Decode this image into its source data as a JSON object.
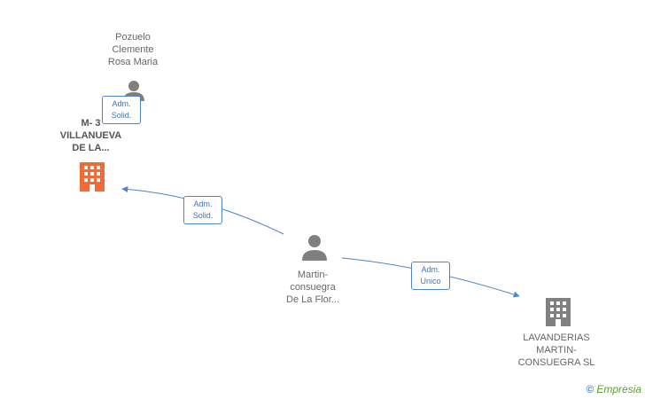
{
  "colors": {
    "edge": "#4a86c8",
    "person_icon": "#7f7f7f",
    "company_icon": "#808080",
    "company_highlight": "#f26a35",
    "label_text": "#666666",
    "brand_green": "#5aa02c"
  },
  "nodes": {
    "pozuelo": {
      "lines": [
        "Pozuelo",
        "Clemente",
        "Rosa Maria"
      ],
      "icon": "person-icon"
    },
    "m3": {
      "lines": [
        "M- 3",
        "VILLANUEVA",
        "DE LA..."
      ],
      "icon": "building-icon"
    },
    "martin": {
      "lines": [
        "Martin-",
        "consuegra",
        "De La Flor..."
      ],
      "icon": "person-icon"
    },
    "lavanderias": {
      "lines": [
        "LAVANDERIAS",
        "MARTIN-",
        "CONSUEGRA  SL"
      ],
      "icon": "building-icon"
    }
  },
  "relations": {
    "pozuelo_m3": {
      "lines": [
        "Adm.",
        "Solid."
      ]
    },
    "martin_m3": {
      "lines": [
        "Adm.",
        "Solid."
      ]
    },
    "martin_lav": {
      "lines": [
        "Adm.",
        "Unico"
      ]
    }
  },
  "brand": {
    "symbol": "©",
    "text": "Empresia"
  }
}
